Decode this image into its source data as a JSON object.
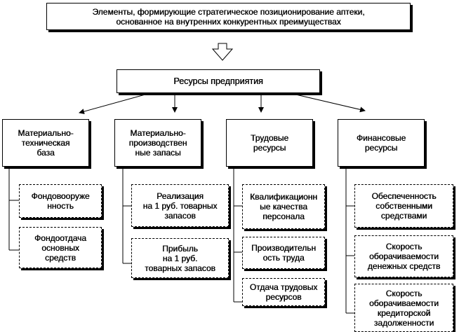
{
  "title": "Элементы, формирующие  стратегическое позиционирование аптеки,\nоснованное на внутренних конкурентных преимуществах",
  "root": "Ресурсы предприятия",
  "categories": [
    {
      "label": "Материально-\nтехническая\nбаза",
      "items": [
        "Фондовооруже\nнность",
        "Фондоотдача\nосновных\nсредств"
      ]
    },
    {
      "label": "Материально-\nпроизводствен\nные запасы",
      "items": [
        "Реализация\nна 1 руб. товарных\nзапасов",
        "Прибыль\nна 1 руб.\nтоварных запасов"
      ]
    },
    {
      "label": "Трудовые\nресурсы",
      "items": [
        "Квалификационн\nые качества\nперсонала",
        "Производительн\nость труда",
        "Отдача трудовых\nресурсов"
      ]
    },
    {
      "label": "Финансовые\nресурсы",
      "items": [
        "Обеспеченность\nсобственными\nсредствами",
        "Скорость\nоборачиваемости\nденежных средств",
        "Скорость\nоборачиваемости\nкредиторской\nзадолженности"
      ]
    }
  ],
  "colors": {
    "line": "#000000",
    "background": "#ffffff"
  }
}
